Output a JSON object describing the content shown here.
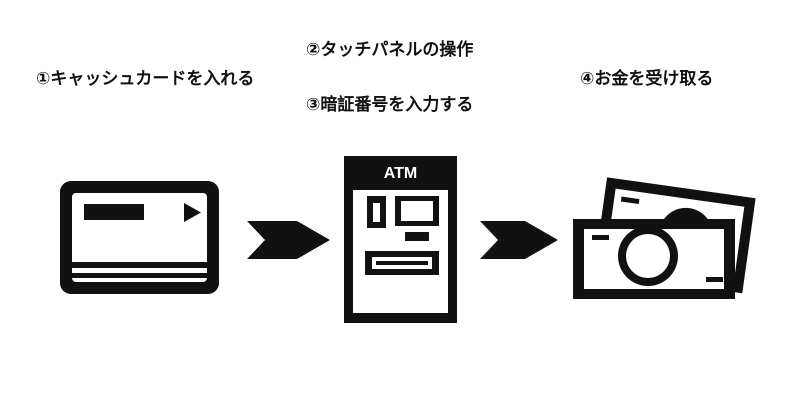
{
  "steps": [
    {
      "number": "①",
      "text": "キャッシュカードを入れる"
    },
    {
      "number": "②",
      "text": "タッチパネルの操作"
    },
    {
      "number": "③",
      "text": "暗証番号を入力する"
    },
    {
      "number": "④",
      "text": "お金を受け取る"
    }
  ],
  "labels": {
    "step1": "①キャッシュカードを入れる",
    "step2": "②タッチパネルの操作",
    "step3": "③暗証番号を入力する",
    "step4": "④お金を受け取る"
  },
  "atm": {
    "screen_label": "ATM"
  },
  "icons": {
    "card": "cash-card-icon",
    "arrow": "chevron-arrow-icon",
    "atm": "atm-machine-icon",
    "money": "banknotes-icon"
  },
  "colors": {
    "ink": "#111111",
    "background": "#ffffff"
  }
}
